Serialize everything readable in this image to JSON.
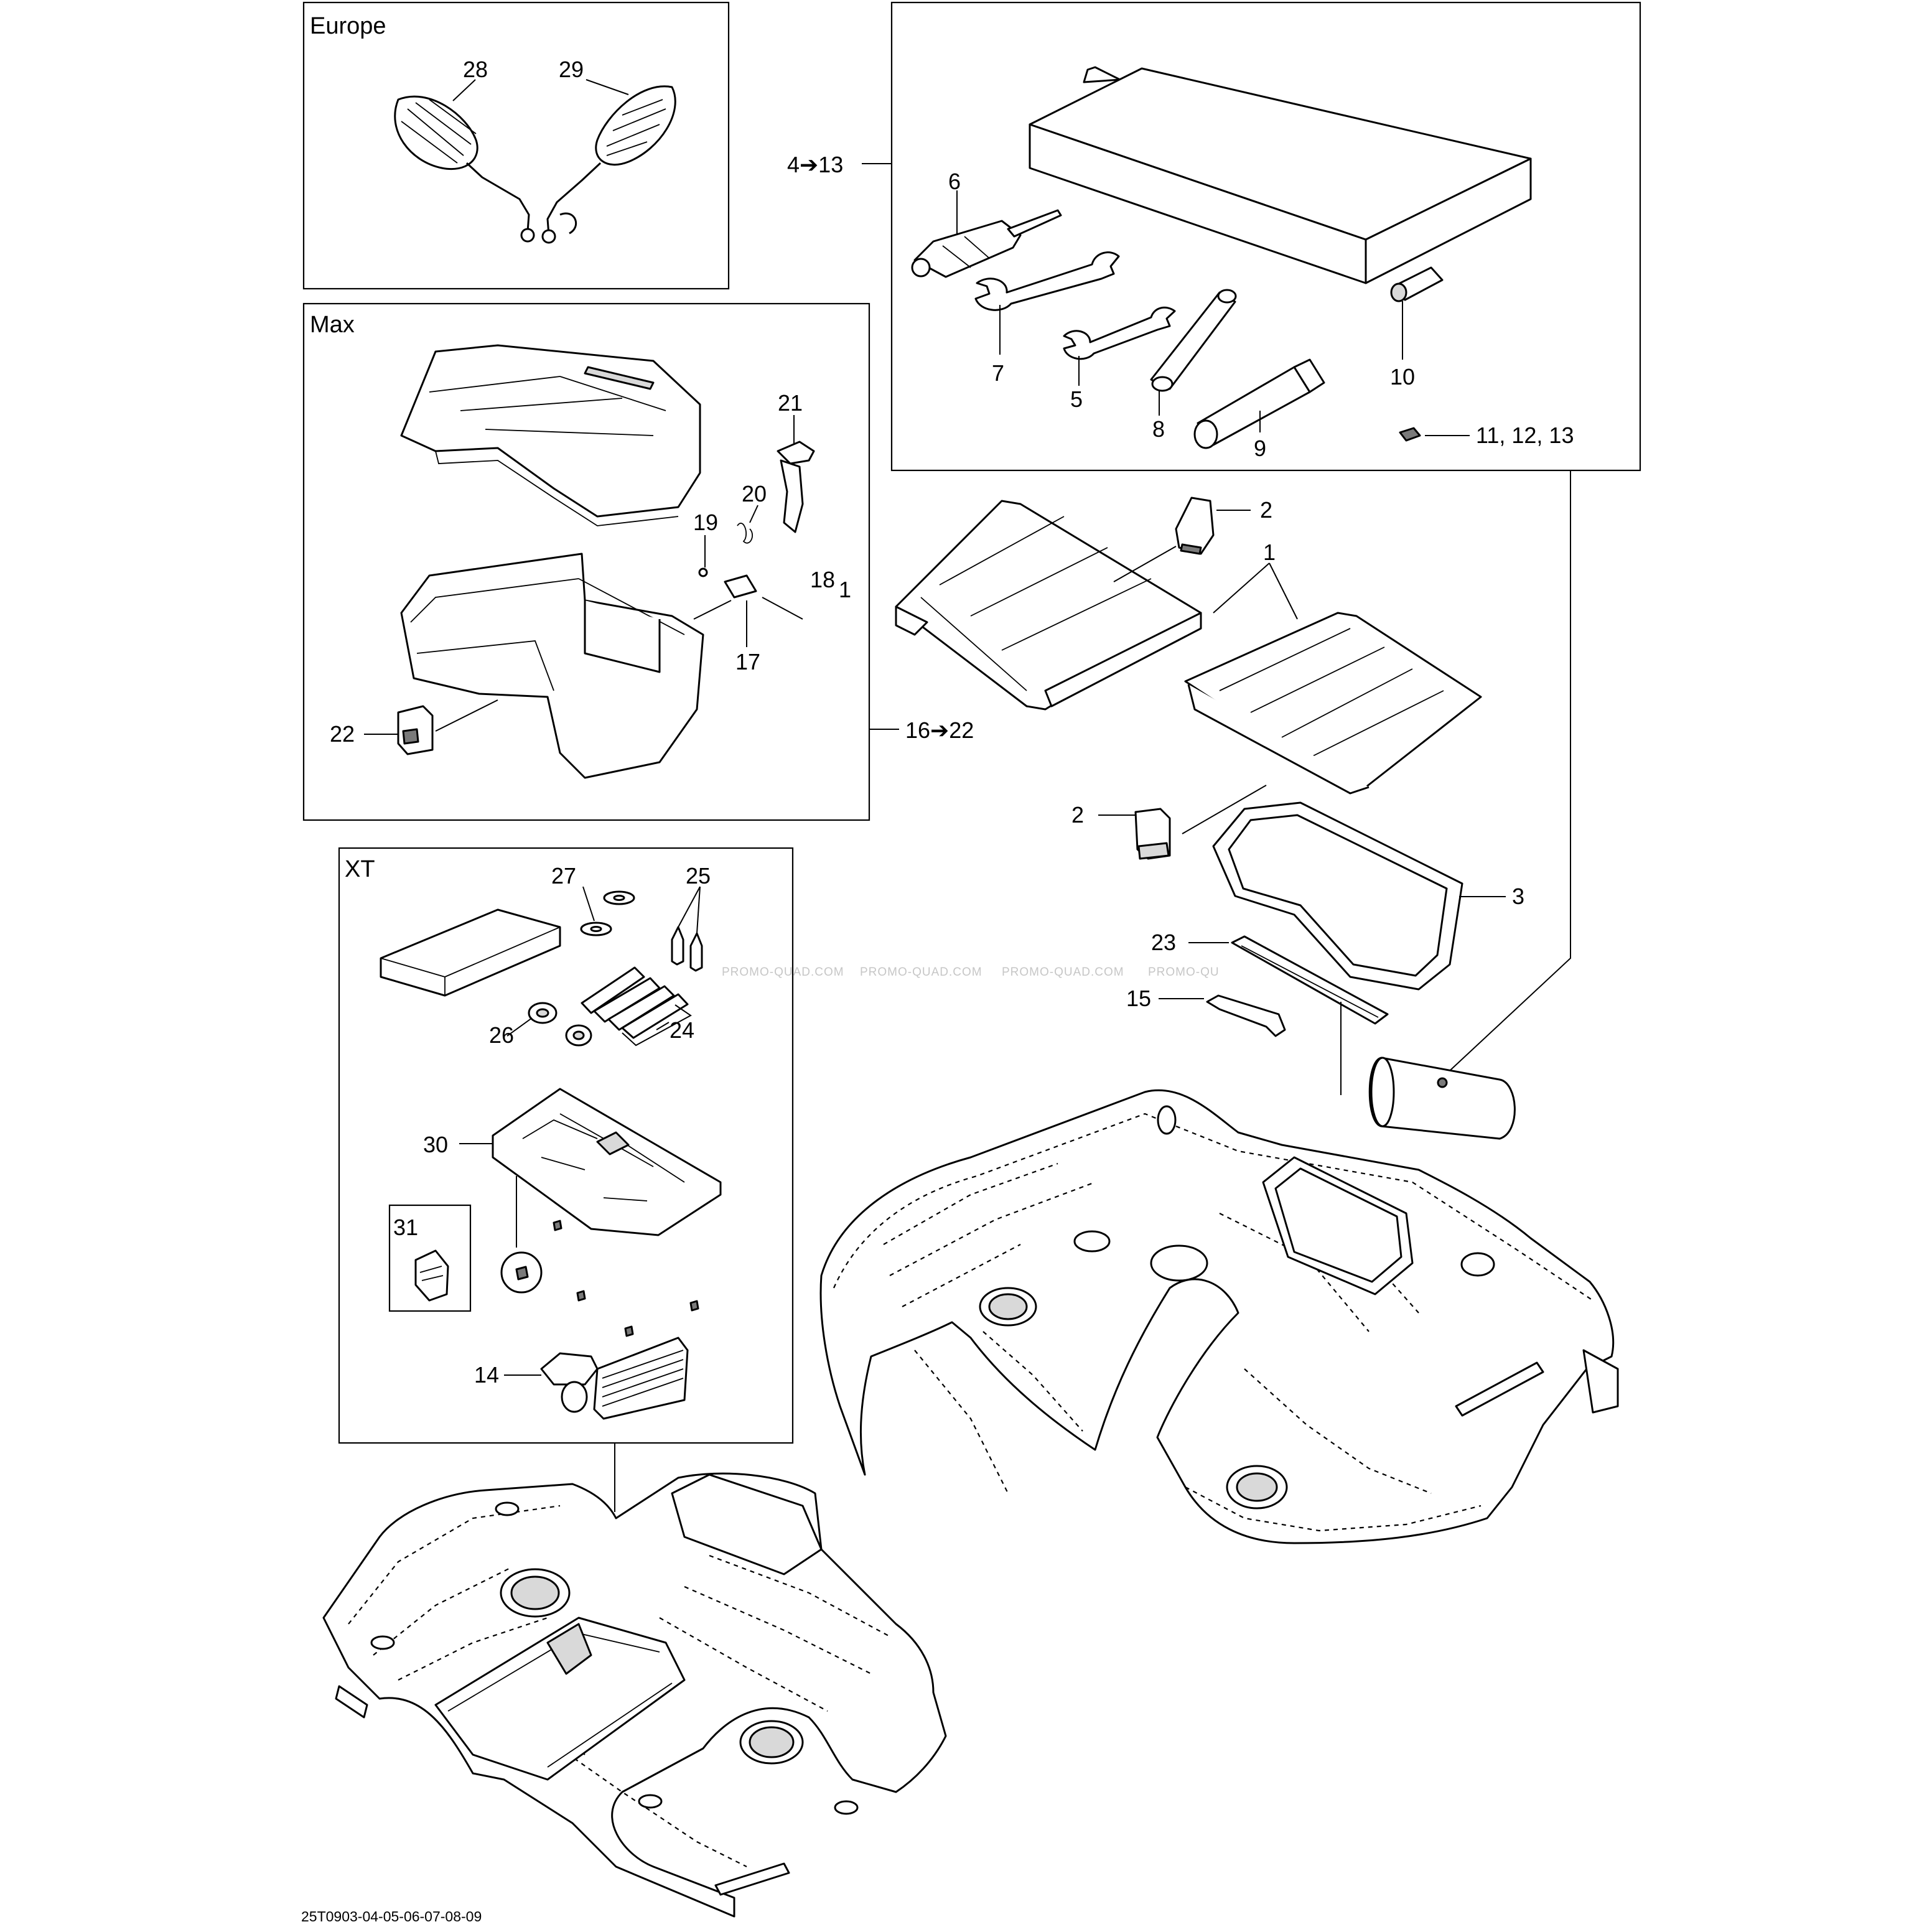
{
  "panels": {
    "europe": "Europe",
    "max": "Max",
    "xt": "XT"
  },
  "callouts": {
    "c28": "28",
    "c29": "29",
    "c4_13": "4➔13",
    "c6": "6",
    "c7": "7",
    "c5": "5",
    "c8": "8",
    "c9": "9",
    "c10": "10",
    "c11_13": "11, 12, 13",
    "c21": "21",
    "c20": "20",
    "c19": "19",
    "c18": "18",
    "c1_side": "1",
    "c17": "17",
    "c22": "22",
    "c16_22": "16➔22",
    "c2_top": "2",
    "c1_main": "1",
    "c2_mid": "2",
    "c3": "3",
    "c23": "23",
    "c15": "15",
    "c27": "27",
    "c25": "25",
    "c26": "26",
    "c24": "24",
    "c30": "30",
    "c31": "31",
    "c14": "14"
  },
  "watermarks": [
    "PROMO-QUAD.COM",
    "PROMO-QUAD.COM",
    "PROMO-QUAD.COM",
    "PROMO-QU"
  ],
  "diagram_code": "25T0903-04-05-06-07-08-09"
}
